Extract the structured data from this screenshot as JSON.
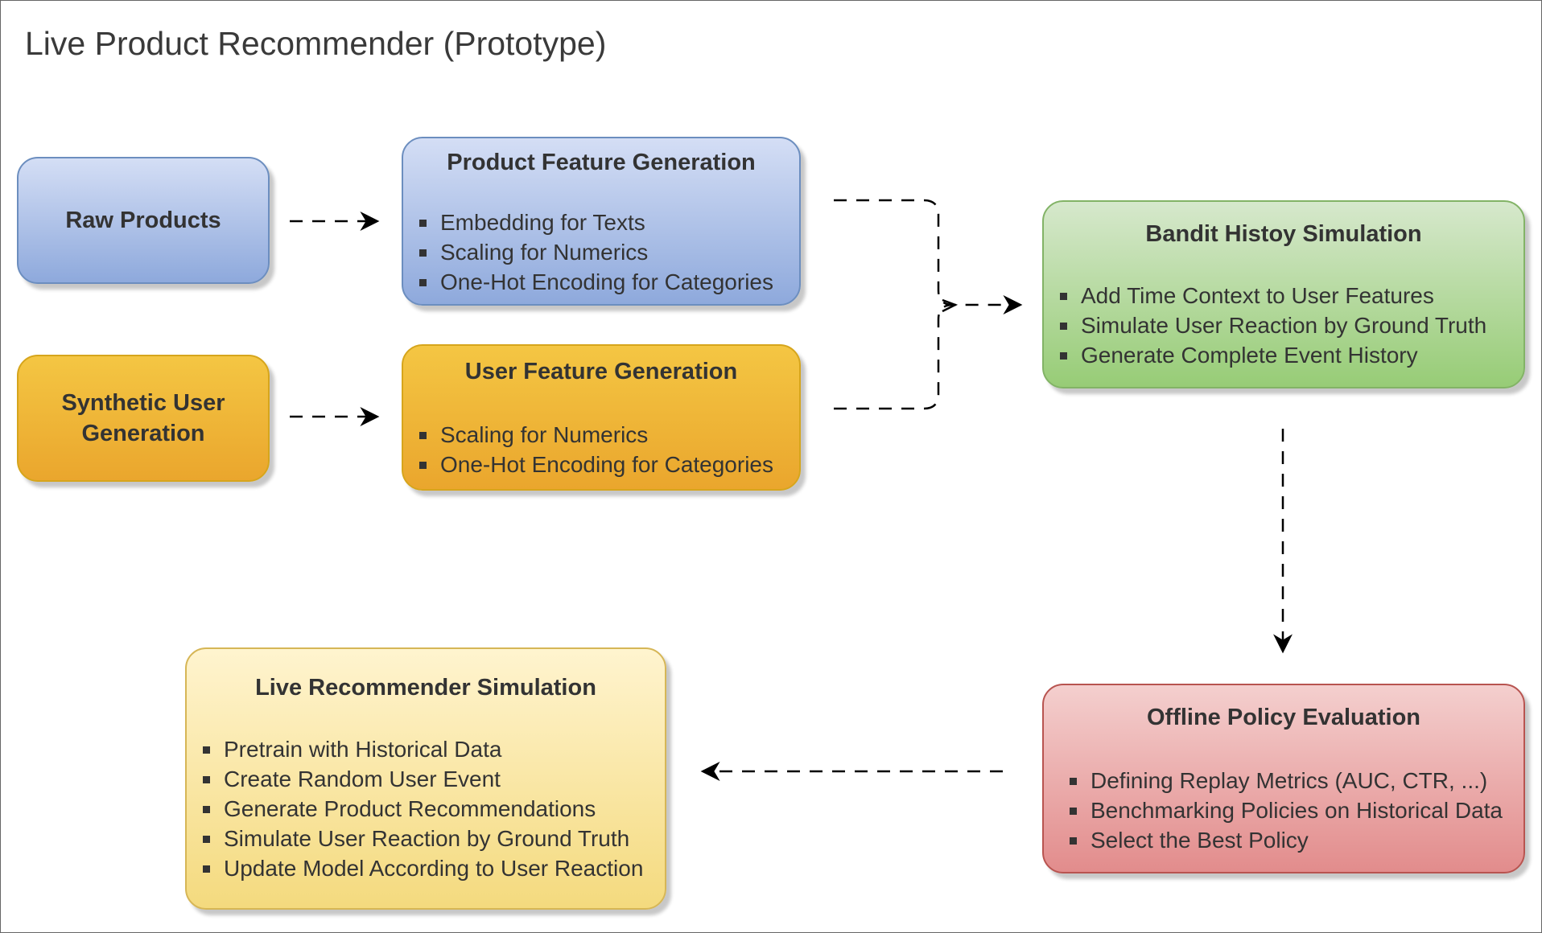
{
  "diagram": {
    "title": "Live Product Recommender (Prototype)",
    "nodes": {
      "raw_products": {
        "label": "Raw Products"
      },
      "synthetic_user": {
        "label_line1": "Synthetic User",
        "label_line2": "Generation"
      },
      "product_features": {
        "title": "Product Feature Generation",
        "items": [
          "Embedding for Texts",
          "Scaling for Numerics",
          "One-Hot Encoding for Categories"
        ]
      },
      "user_features": {
        "title": "User Feature Generation",
        "items": [
          "Scaling for Numerics",
          "One-Hot Encoding for Categories"
        ]
      },
      "bandit_history": {
        "title": "Bandit Histoy Simulation",
        "items": [
          "Add Time Context to User Features",
          "Simulate User Reaction by Ground Truth",
          "Generate Complete Event History"
        ]
      },
      "offline_policy": {
        "title": "Offline Policy Evaluation",
        "items": [
          "Defining Replay Metrics (AUC, CTR, ...)",
          "Benchmarking Policies on Historical Data",
          "Select the Best Policy"
        ]
      },
      "live_recommender": {
        "title": "Live Recommender Simulation",
        "items": [
          "Pretrain with Historical Data",
          "Create Random User Event",
          "Generate Product Recommendations",
          "Simulate User Reaction by Ground Truth",
          "Update Model According to User Reaction"
        ]
      }
    },
    "edges": [
      {
        "from": "Raw Products",
        "to": "Product Feature Generation",
        "style": "dashed"
      },
      {
        "from": "Synthetic User Generation",
        "to": "User Feature Generation",
        "style": "dashed"
      },
      {
        "from": "Product Feature Generation",
        "to": "Bandit Histoy Simulation",
        "style": "dashed"
      },
      {
        "from": "User Feature Generation",
        "to": "Bandit Histoy Simulation",
        "style": "dashed"
      },
      {
        "from": "Bandit Histoy Simulation",
        "to": "Offline Policy Evaluation",
        "style": "dashed"
      },
      {
        "from": "Offline Policy Evaluation",
        "to": "Live Recommender Simulation",
        "style": "dashed"
      }
    ],
    "colors": {
      "product_blue": "#dae8fc",
      "product_blue_border": "#6c8ebf",
      "user_orange": "#f0b43c",
      "user_orange_border": "#d6a51c",
      "bandit_green": "#d5e8d4",
      "bandit_green_border": "#82b366",
      "policy_red": "#f8cecc",
      "policy_red_border": "#b85450",
      "live_yellow": "#fff2cc",
      "live_yellow_border": "#d6b656",
      "edge": "#000000"
    }
  }
}
